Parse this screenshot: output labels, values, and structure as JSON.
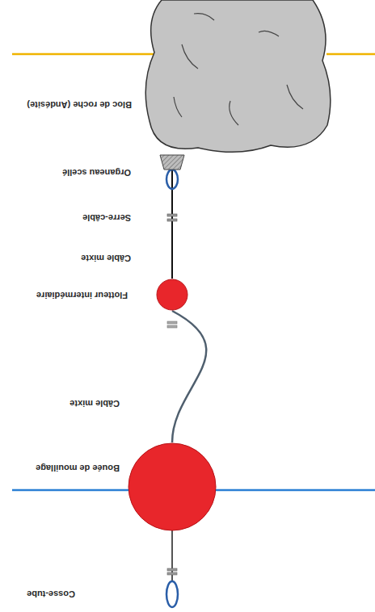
{
  "diagram": {
    "nodes": [
      {
        "text": [
          "Bouée de mouillage"
        ]
      },
      {
        "text": [
          "Flotteur intermédiaire"
        ]
      },
      {
        "text": [
          "Bloc de roche (Andésite)"
        ]
      }
    ],
    "edges": [
      {
        "from": 0,
        "to": 1,
        "arrow": "none",
        "label": "Câble mixte"
      },
      {
        "from": 1,
        "to": 2,
        "arrow": "none",
        "label": "Câble mixte"
      }
    ],
    "labels": [
      "Cosse-tube",
      "Serre-câble",
      "Organeau scellé"
    ]
  }
}
